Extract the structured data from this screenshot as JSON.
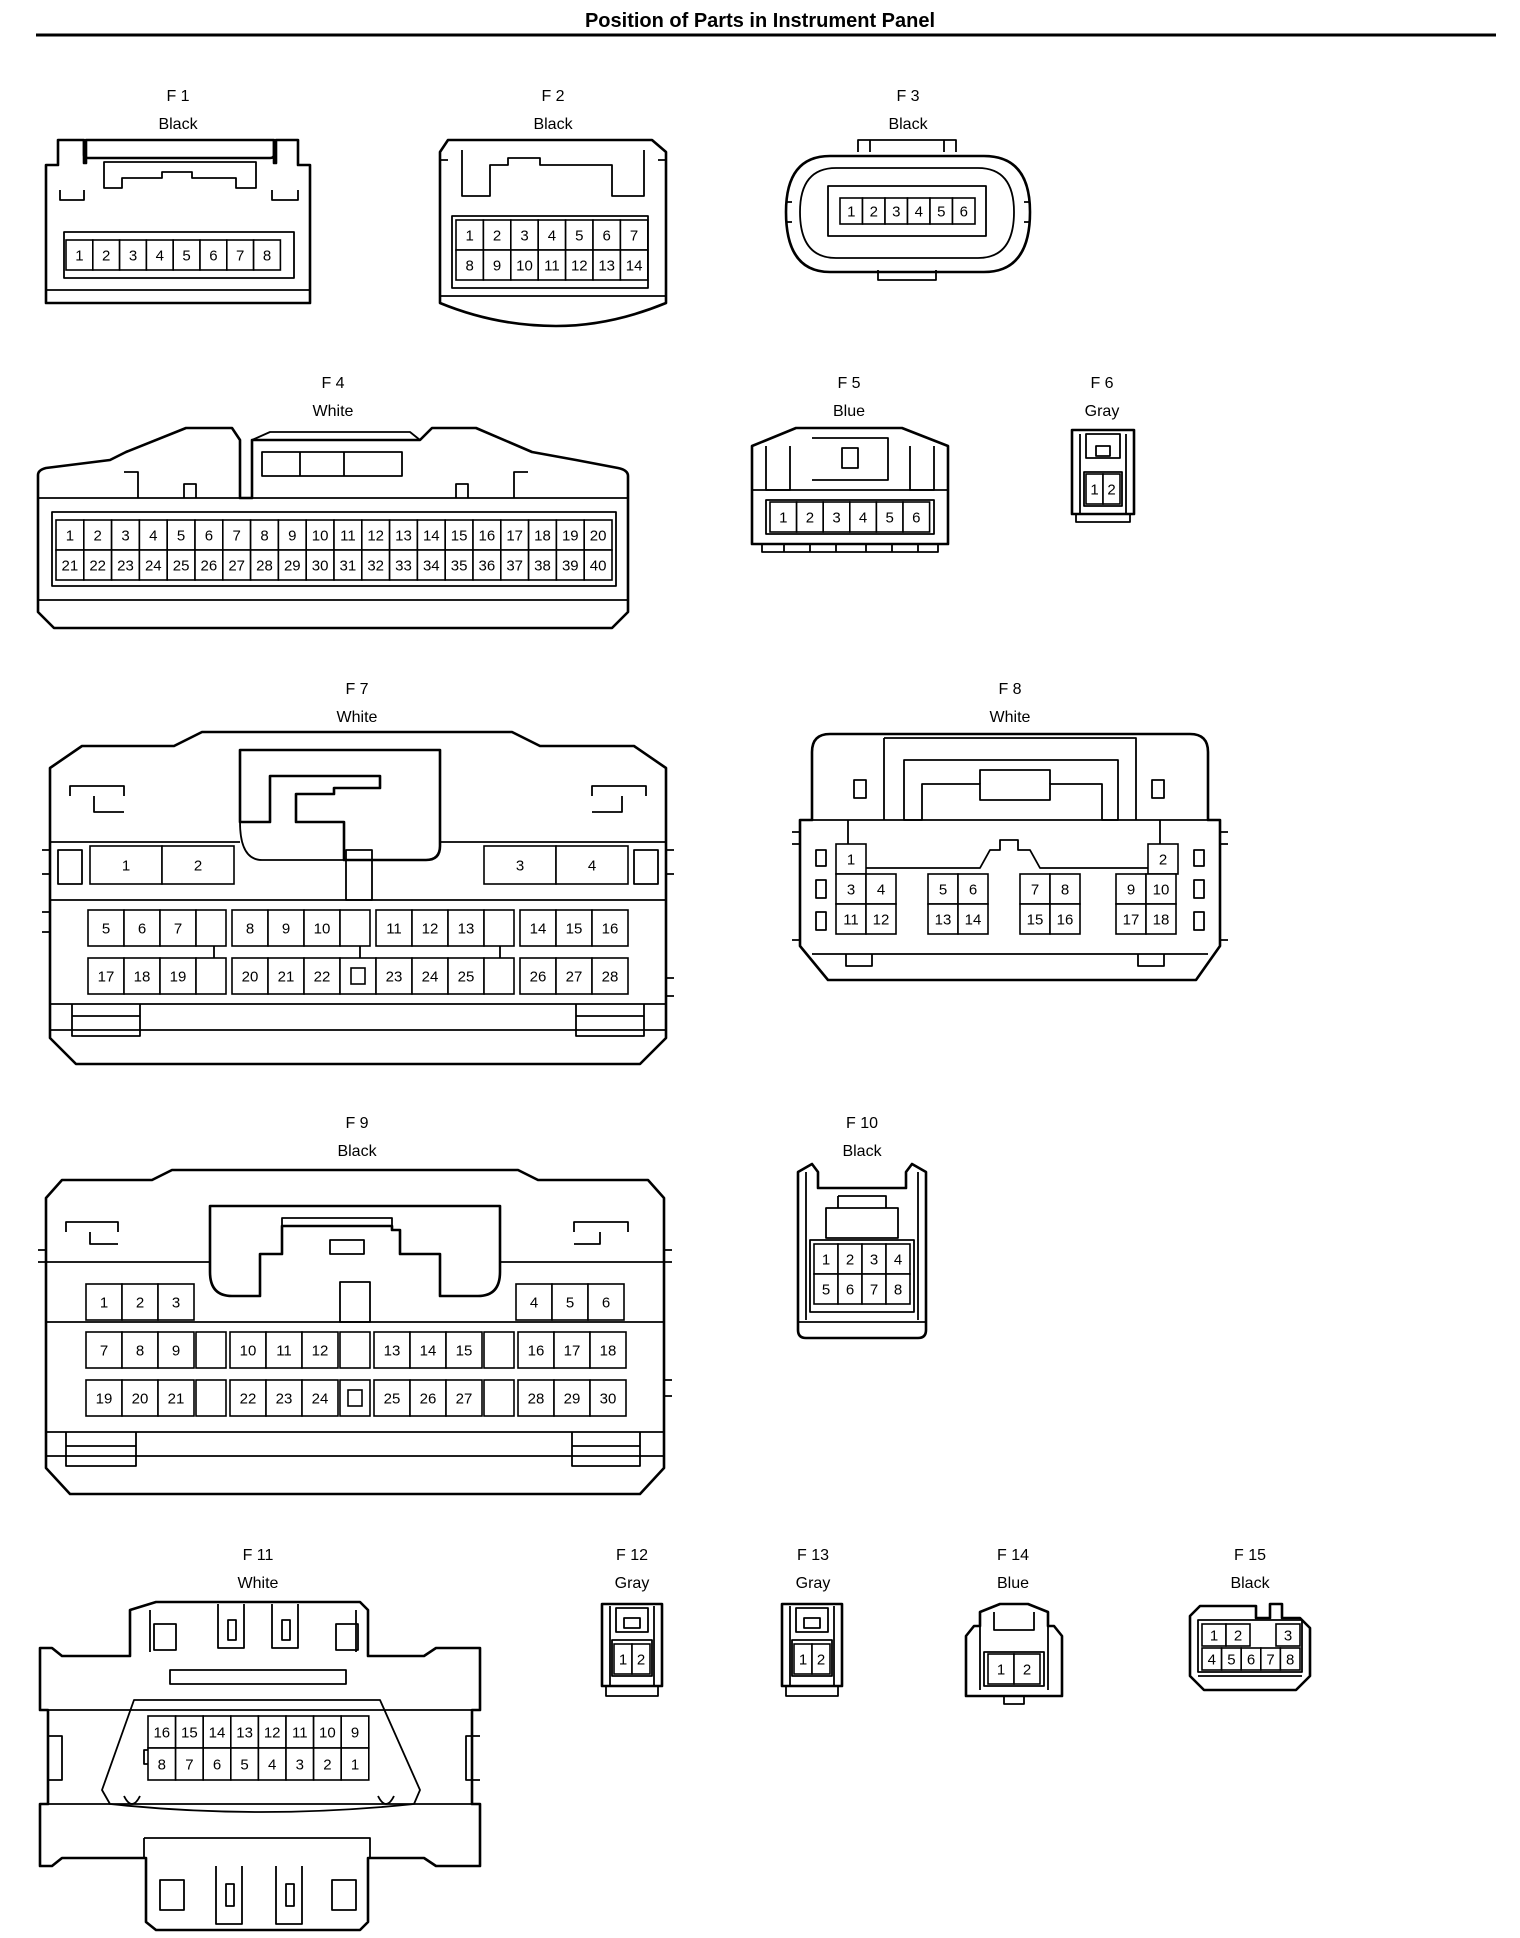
{
  "page_title": "Position of Parts in Instrument Panel",
  "connectors": [
    {
      "id": "F 1",
      "color": "Black",
      "rows": [
        [
          "1",
          "2",
          "3",
          "4",
          "5",
          "6",
          "7",
          "8"
        ]
      ]
    },
    {
      "id": "F 2",
      "color": "Black",
      "rows": [
        [
          "1",
          "2",
          "3",
          "4",
          "5",
          "6",
          "7"
        ],
        [
          "8",
          "9",
          "10",
          "11",
          "12",
          "13",
          "14"
        ]
      ]
    },
    {
      "id": "F 3",
      "color": "Black",
      "rows": [
        [
          "1",
          "2",
          "3",
          "4",
          "5",
          "6"
        ]
      ]
    },
    {
      "id": "F 4",
      "color": "White",
      "rows": [
        [
          "1",
          "2",
          "3",
          "4",
          "5",
          "6",
          "7",
          "8",
          "9",
          "10",
          "11",
          "12",
          "13",
          "14",
          "15",
          "16",
          "17",
          "18",
          "19",
          "20"
        ],
        [
          "21",
          "22",
          "23",
          "24",
          "25",
          "26",
          "27",
          "28",
          "29",
          "30",
          "31",
          "32",
          "33",
          "34",
          "35",
          "36",
          "37",
          "38",
          "39",
          "40"
        ]
      ]
    },
    {
      "id": "F 5",
      "color": "Blue",
      "rows": [
        [
          "1",
          "2",
          "3",
          "4",
          "5",
          "6"
        ]
      ]
    },
    {
      "id": "F 6",
      "color": "Gray",
      "rows": [
        [
          "1",
          "2"
        ]
      ]
    },
    {
      "id": "F 7",
      "color": "White",
      "rows": [
        [
          "1",
          "2",
          "",
          "3",
          "4"
        ],
        [
          "5",
          "6",
          "7",
          "",
          "8",
          "9",
          "10",
          "",
          "11",
          "12",
          "13",
          "",
          "14",
          "15",
          "16"
        ],
        [
          "17",
          "18",
          "19",
          "",
          "20",
          "21",
          "22",
          "",
          "23",
          "24",
          "25",
          "",
          "26",
          "27",
          "28"
        ]
      ]
    },
    {
      "id": "F 8",
      "color": "White",
      "rows": [
        [
          "1",
          "2"
        ],
        [
          "3",
          "4",
          "5",
          "6",
          "7",
          "8",
          "9",
          "10"
        ],
        [
          "11",
          "12",
          "13",
          "14",
          "15",
          "16",
          "17",
          "18"
        ]
      ]
    },
    {
      "id": "F 9",
      "color": "Black",
      "rows": [
        [
          "1",
          "2",
          "3",
          "4",
          "5",
          "6"
        ],
        [
          "7",
          "8",
          "9",
          "",
          "10",
          "11",
          "12",
          "",
          "13",
          "14",
          "15",
          "",
          "16",
          "17",
          "18"
        ],
        [
          "19",
          "20",
          "21",
          "",
          "22",
          "23",
          "24",
          "",
          "25",
          "26",
          "27",
          "",
          "28",
          "29",
          "30"
        ]
      ]
    },
    {
      "id": "F 10",
      "color": "Black",
      "rows": [
        [
          "1",
          "2",
          "3",
          "4"
        ],
        [
          "5",
          "6",
          "7",
          "8"
        ]
      ]
    },
    {
      "id": "F 11",
      "color": "White",
      "rows": [
        [
          "16",
          "15",
          "14",
          "13",
          "12",
          "11",
          "10",
          "9"
        ],
        [
          "8",
          "7",
          "6",
          "5",
          "4",
          "3",
          "2",
          "1"
        ]
      ]
    },
    {
      "id": "F 12",
      "color": "Gray",
      "rows": [
        [
          "1",
          "2"
        ]
      ]
    },
    {
      "id": "F 13",
      "color": "Gray",
      "rows": [
        [
          "1",
          "2"
        ]
      ]
    },
    {
      "id": "F 14",
      "color": "Blue",
      "rows": [
        [
          "1",
          "2"
        ]
      ]
    },
    {
      "id": "F 15",
      "color": "Black",
      "rows": [
        [
          "1",
          "2",
          "3"
        ],
        [
          "4",
          "5",
          "6",
          "7",
          "8"
        ]
      ]
    }
  ]
}
